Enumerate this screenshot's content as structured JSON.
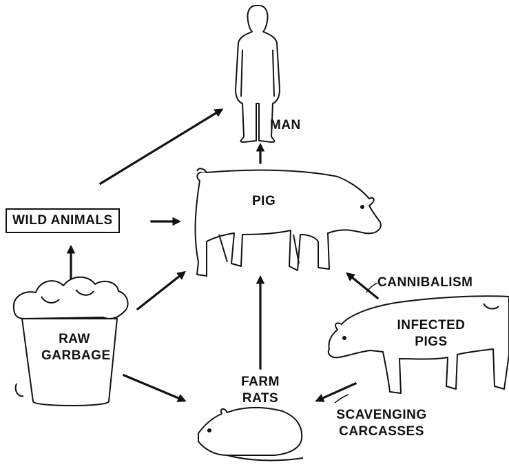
{
  "nodes": {
    "man": "MAN",
    "pig": "PIG",
    "wild_animals": "WILD ANIMALS",
    "raw_garbage_line1": "RAW",
    "raw_garbage_line2": "GARBAGE",
    "farm_rats_line1": "FARM",
    "farm_rats_line2": "RATS",
    "infected_pigs_line1": "INFECTED",
    "infected_pigs_line2": "PIGS"
  },
  "edges": {
    "cannibalism": "CANNIBALISM",
    "scavenging_line1": "SCAVENGING",
    "scavenging_line2": "CARCASSES"
  },
  "colors": {
    "ink": "#111111",
    "paper": "#ffffff"
  }
}
